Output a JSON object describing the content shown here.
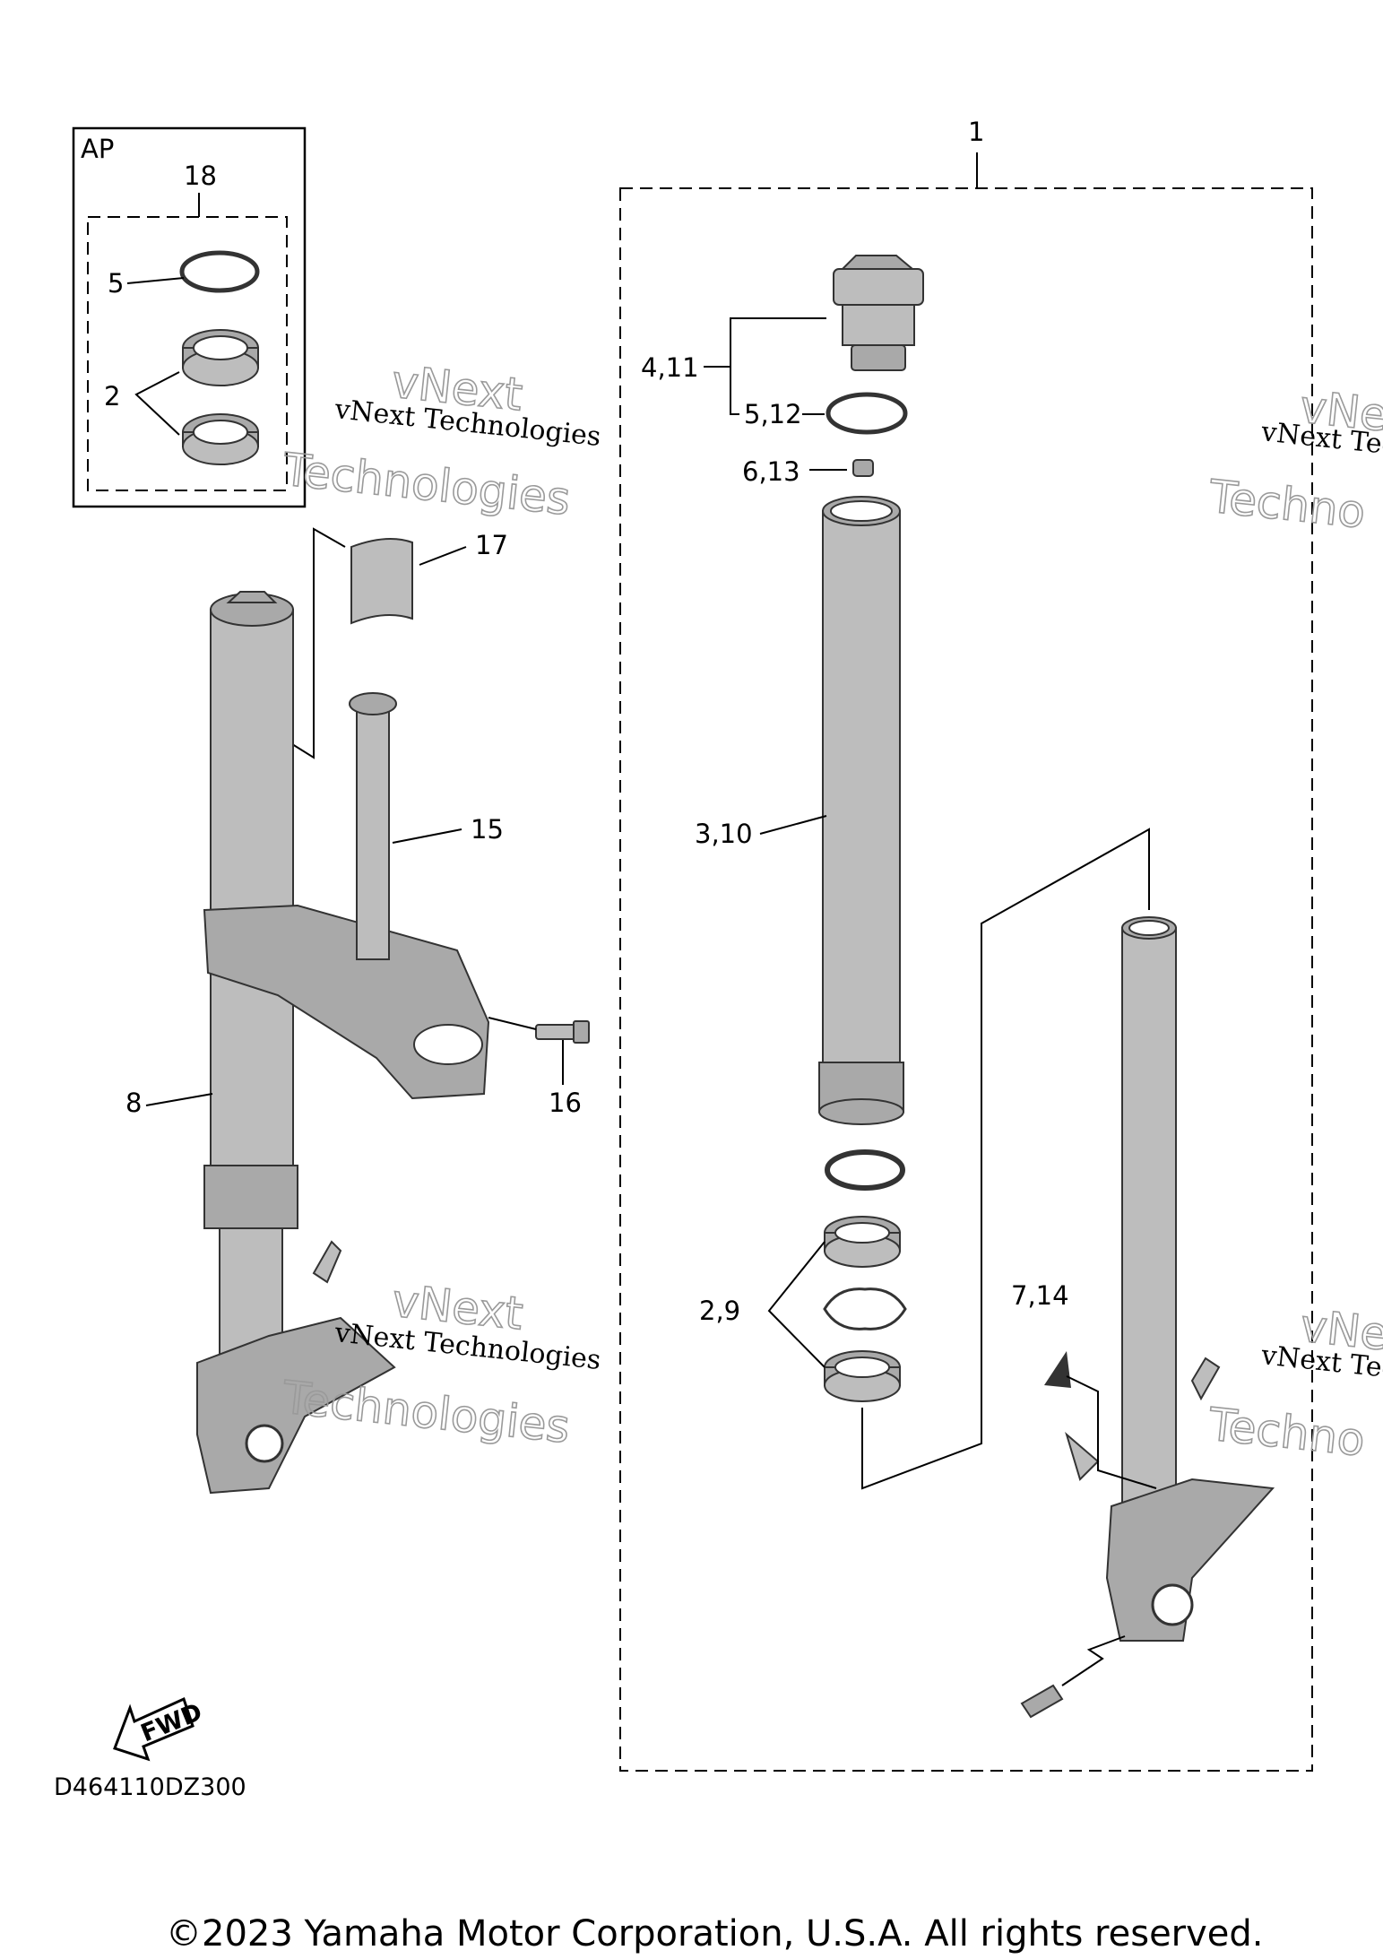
{
  "ap_box": {
    "label": "AP",
    "kit_number": "18",
    "items": [
      "5",
      "2"
    ]
  },
  "callouts": {
    "assembly": "1",
    "cap_bolt": "4,11",
    "cap_oring": "5,12",
    "nut": "6,13",
    "inner_tube": "3,10",
    "seals_kit": "2,9",
    "drain_bolt": "7,14",
    "left_fork": "8",
    "under_bracket": "15",
    "pinch_bolt": "16",
    "clip": "17"
  },
  "watermarks": [
    {
      "line1": "vNext Technologies",
      "line2": "vNext",
      "line3": "Technologies"
    },
    {
      "line1": "vNext Tec",
      "line2": "vNe",
      "line3": "Techno"
    },
    {
      "line1": "vNext Technologies",
      "line2": "vNext",
      "line3": "Technologies"
    },
    {
      "line1": "vNext Tec",
      "line2": "vNe",
      "line3": "Techno"
    }
  ],
  "fwd_label": "FWD",
  "diagram_code": "D464110DZ300",
  "copyright": "©2023 Yamaha Motor Corporation, U.S.A. All rights reserved."
}
